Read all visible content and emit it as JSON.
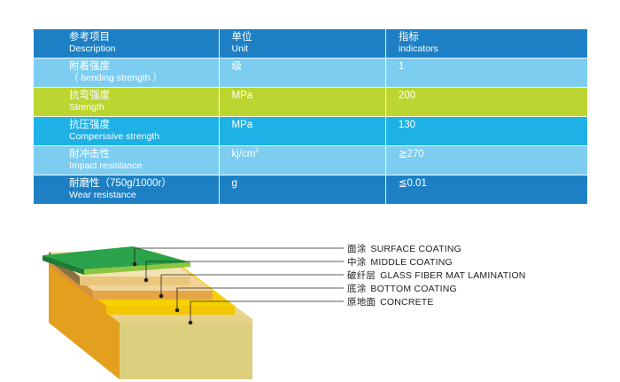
{
  "table": {
    "header": {
      "item_zh": "参考项目",
      "item_en": "Description",
      "unit_zh": "单位",
      "unit_en": "Unit",
      "ind_zh": "指标",
      "ind_en": "indicators"
    },
    "rows": [
      {
        "name_zh": "附着强度",
        "name_en": "（ bending strength ）",
        "unit": "级",
        "unit_sup": "",
        "value": "1",
        "color": "#7dcdf1"
      },
      {
        "name_zh": "抗弯强度",
        "name_en": "Strength",
        "unit": "MPa",
        "unit_sup": "",
        "value": "200",
        "color": "#bcd530"
      },
      {
        "name_zh": "抗压强度",
        "name_en": "Comperssive strength",
        "unit": "MPa",
        "unit_sup": "",
        "value": "130",
        "color": "#1eb1e6"
      },
      {
        "name_zh": "耐冲击性",
        "name_en": "Impact resistance",
        "unit": "kj/cm",
        "unit_sup": "2",
        "value": "≧270",
        "color": "#7dcdf1"
      },
      {
        "name_zh": "耐磨性（750g/1000r）",
        "name_en": "Wear resistance",
        "unit": "g",
        "unit_sup": "",
        "value": "≦0.01",
        "color": "#1e80c4"
      }
    ],
    "header_color": "#1e80c4"
  },
  "legend": [
    {
      "zh": "面涂",
      "en": "SURFACE COATING"
    },
    {
      "zh": "中涂",
      "en": "MIDDLE COATING"
    },
    {
      "zh": "破纤层",
      "en": "GLASS FIBER MAT LAMINATION"
    },
    {
      "zh": "底涂",
      "en": "BOTTOM COATING"
    },
    {
      "zh": "原地面",
      "en": "CONCRETE"
    }
  ]
}
